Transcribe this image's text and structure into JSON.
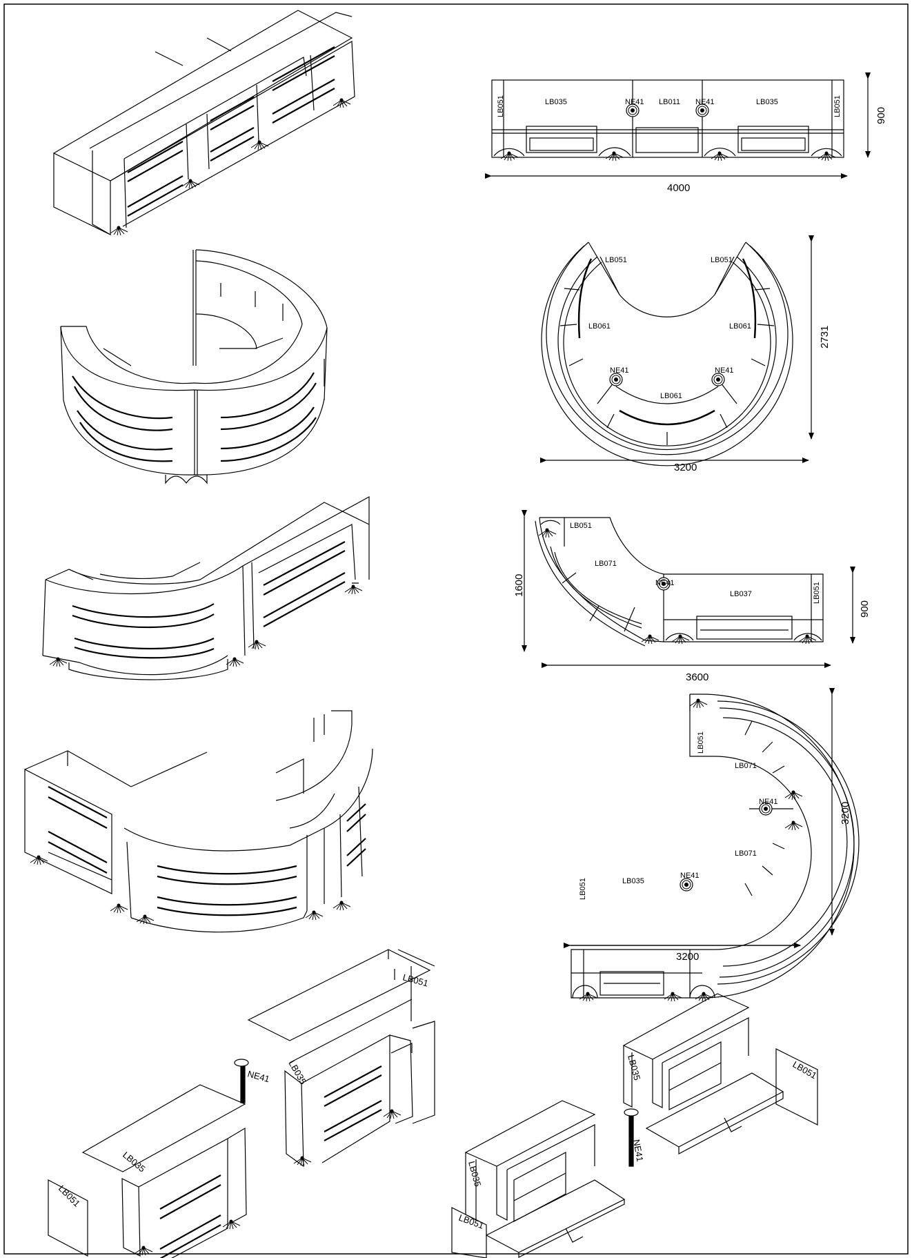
{
  "labels": {
    "lb051": "LB051",
    "lb035": "LB035",
    "lb011": "LB011",
    "lb061": "LB061",
    "lb071": "LB071",
    "lb037": "LB037",
    "ne41": "NE41"
  },
  "dimensions": {
    "plan1_width": "4000",
    "plan1_height": "900",
    "plan2_width": "3200",
    "plan2_height": "2731",
    "plan3_width": "3600",
    "plan3_height_left": "1600",
    "plan3_height_right": "900",
    "plan4_width": "3200",
    "plan4_height": "3200"
  }
}
